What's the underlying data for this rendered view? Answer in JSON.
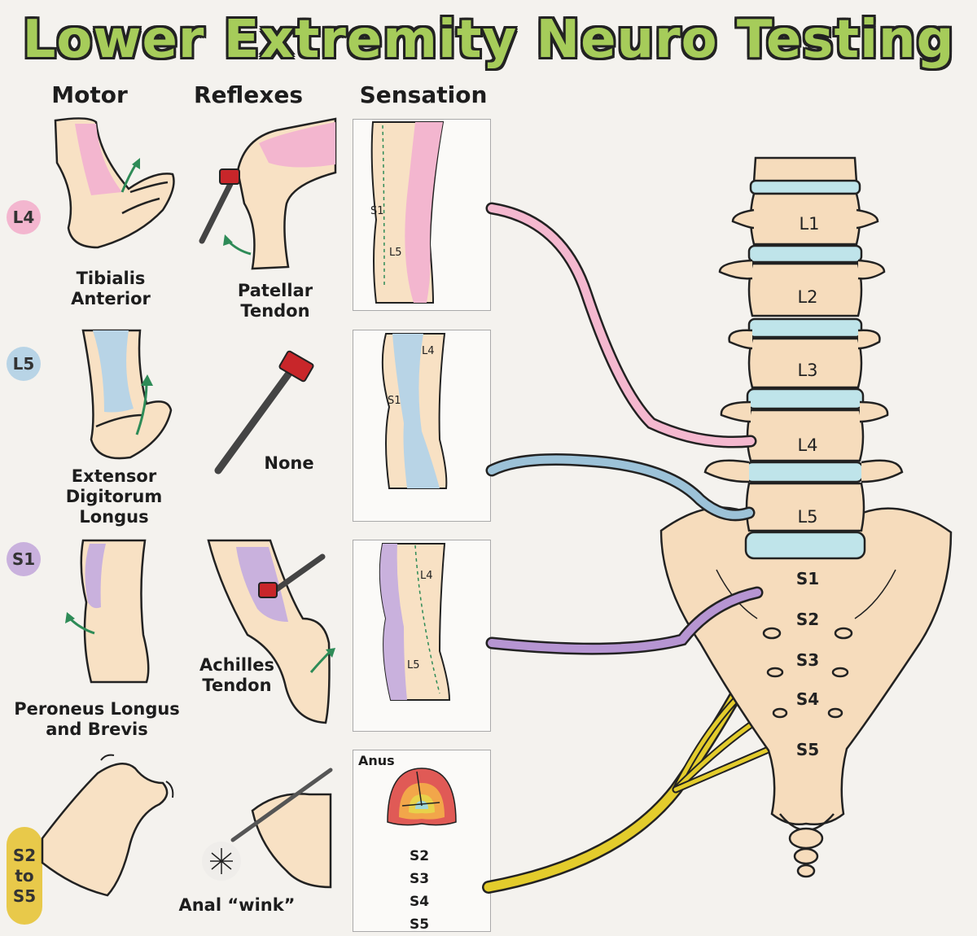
{
  "title": "Lower Extremity Neuro Testing",
  "columns": {
    "motor": "Motor",
    "reflexes": "Reflexes",
    "sensation": "Sensation"
  },
  "levels": [
    {
      "badge": "L4",
      "color": "#f3b6cf",
      "motor": "Tibialis Anterior",
      "reflex": "Patellar Tendon"
    },
    {
      "badge": "L5",
      "color": "#b8d4e6",
      "motor": "Extensor Digitorum Longus",
      "reflex": "None"
    },
    {
      "badge": "S1",
      "color": "#c9b1dd",
      "motor": "Peroneus Longus and Brevis",
      "reflex": "Achilles Tendon"
    },
    {
      "badge_lines": [
        "S2",
        "to",
        "S5"
      ],
      "color": "#e8c94a",
      "reflex": "Anal “wink”"
    }
  ],
  "dermatome_labels": {
    "row1": [
      "S1",
      "L5"
    ],
    "row2": [
      "L4",
      "S1"
    ],
    "row3": [
      "L4",
      "L5"
    ]
  },
  "anus": {
    "title": "Anus",
    "levels": [
      "S2",
      "S3",
      "S4",
      "S5"
    ]
  },
  "spine": {
    "lumbar": [
      "L1",
      "L2",
      "L3",
      "L4",
      "L5"
    ],
    "sacral": [
      "S1",
      "S2",
      "S3",
      "S4",
      "S5"
    ]
  },
  "colors": {
    "title_green": "#a6cc5a",
    "bone": "#f6dcbc",
    "disc": "#bfe4ea",
    "l4_nerve": "#f4b8cf",
    "l5_nerve": "#9cc2d8",
    "s1_nerve": "#b695d2",
    "sacral_nerve": "#e3cc2c",
    "skin": "#f8e1c4",
    "hammer": "#c8262a"
  }
}
